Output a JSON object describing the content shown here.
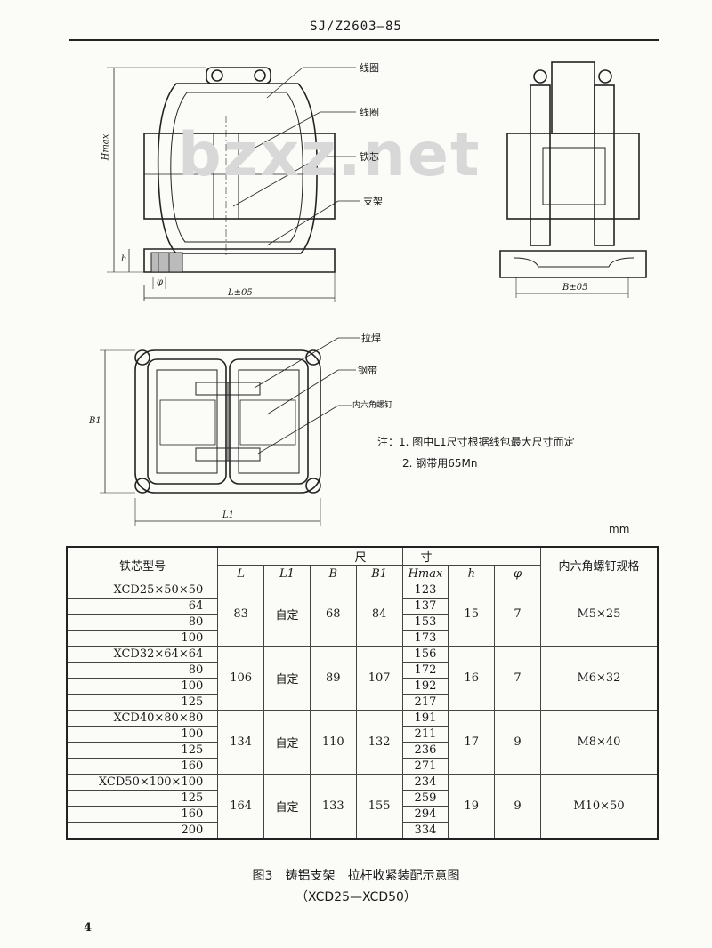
{
  "header": {
    "code": "SJ/Z2603—85"
  },
  "watermark": "bzxz.net",
  "drawing": {
    "labels": {
      "coil1": "线圈",
      "coil2": "线圈",
      "core": "铁芯",
      "bracket": "支架",
      "rod": "拉焊",
      "band": "钢带",
      "screw": "内六角螺钉"
    },
    "dims": {
      "hmax": "Hmax",
      "h": "h",
      "phi": "φ",
      "L": "L±05",
      "B": "B±05",
      "B1": "B1",
      "L1": "L1"
    }
  },
  "notes": {
    "n1": "注：1. 图中L1尺寸根据线包最大尺寸而定",
    "n2": "2. 钢带用65Mn"
  },
  "unit": "mm",
  "table": {
    "col_model": "铁芯型号",
    "col_dim_a": "尺",
    "col_dim_b": "寸",
    "col_screw": "内六角螺钉规格",
    "subcols": [
      "L",
      "L1",
      "B",
      "B1",
      "Hmax",
      "h",
      "φ"
    ],
    "groups": [
      {
        "models": [
          "XCD25×50×50",
          "64",
          "80",
          "100"
        ],
        "L": "83",
        "L1": "自定",
        "B": "68",
        "B1": "84",
        "Hmax": [
          "123",
          "137",
          "153",
          "173"
        ],
        "h": "15",
        "phi": "7",
        "screw": "M5×25"
      },
      {
        "models": [
          "XCD32×64×64",
          "80",
          "100",
          "125"
        ],
        "L": "106",
        "L1": "自定",
        "B": "89",
        "B1": "107",
        "Hmax": [
          "156",
          "172",
          "192",
          "217"
        ],
        "h": "16",
        "phi": "7",
        "screw": "M6×32"
      },
      {
        "models": [
          "XCD40×80×80",
          "100",
          "125",
          "160"
        ],
        "L": "134",
        "L1": "自定",
        "B": "110",
        "B1": "132",
        "Hmax": [
          "191",
          "211",
          "236",
          "271"
        ],
        "h": "17",
        "phi": "9",
        "screw": "M8×40"
      },
      {
        "models": [
          "XCD50×100×100",
          "125",
          "160",
          "200"
        ],
        "L": "164",
        "L1": "自定",
        "B": "133",
        "B1": "155",
        "Hmax": [
          "234",
          "259",
          "294",
          "334"
        ],
        "h": "19",
        "phi": "9",
        "screw": "M10×50"
      }
    ]
  },
  "caption": {
    "line1": "图3　铸铝支架　拉杆收紧装配示意图",
    "line2": "（XCD25—XCD50）"
  },
  "page_number": "4"
}
